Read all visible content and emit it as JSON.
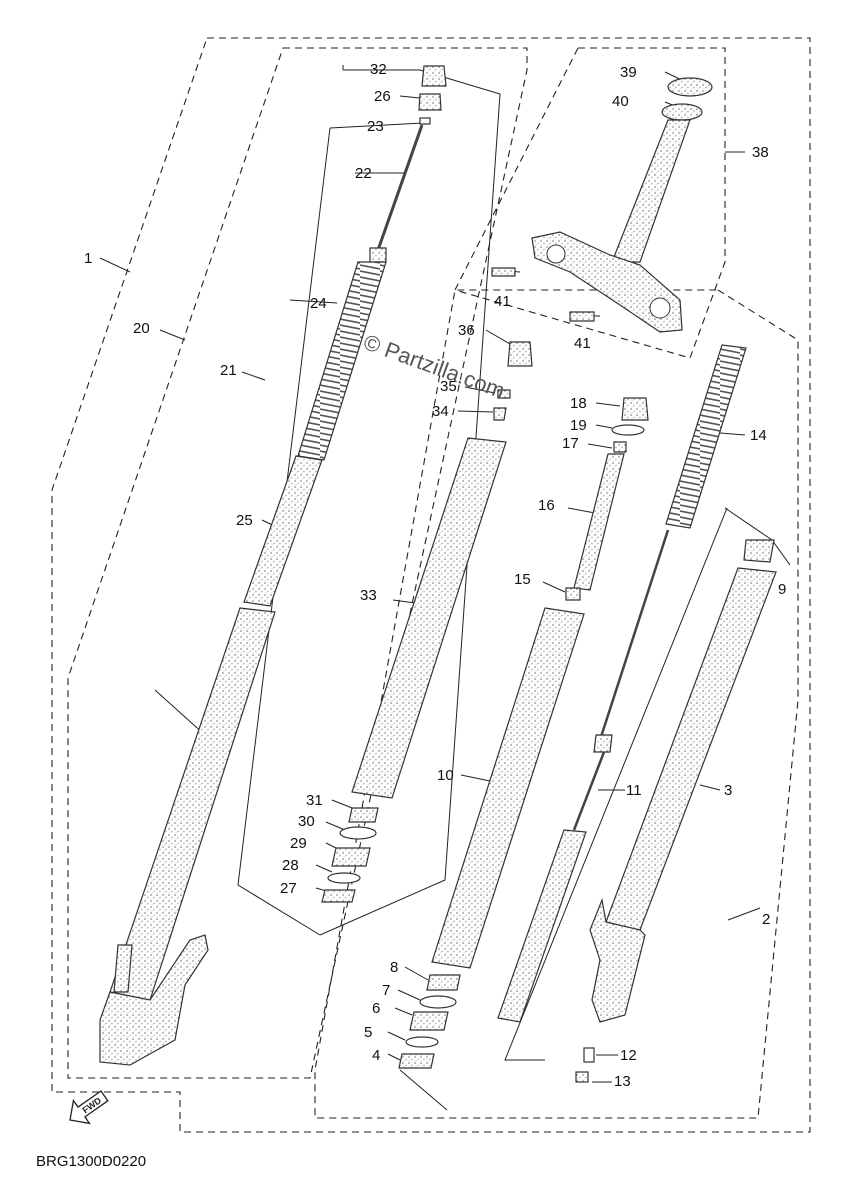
{
  "watermark": "© Partzilla.com",
  "diagram_code": "BRG1300D0220",
  "fwd_label": "FWD",
  "callouts": [
    {
      "id": "c1",
      "text": "1"
    },
    {
      "id": "c2",
      "text": "2"
    },
    {
      "id": "c3",
      "text": "3"
    },
    {
      "id": "c4",
      "text": "4"
    },
    {
      "id": "c5",
      "text": "5"
    },
    {
      "id": "c6",
      "text": "6"
    },
    {
      "id": "c7",
      "text": "7"
    },
    {
      "id": "c8",
      "text": "8"
    },
    {
      "id": "c9",
      "text": "9"
    },
    {
      "id": "c10",
      "text": "10"
    },
    {
      "id": "c11",
      "text": "11"
    },
    {
      "id": "c12",
      "text": "12"
    },
    {
      "id": "c13",
      "text": "13"
    },
    {
      "id": "c14",
      "text": "14"
    },
    {
      "id": "c15",
      "text": "15"
    },
    {
      "id": "c16",
      "text": "16"
    },
    {
      "id": "c17",
      "text": "17"
    },
    {
      "id": "c18",
      "text": "18"
    },
    {
      "id": "c19",
      "text": "19"
    },
    {
      "id": "c20",
      "text": "20"
    },
    {
      "id": "c21",
      "text": "21"
    },
    {
      "id": "c22",
      "text": "22"
    },
    {
      "id": "c23",
      "text": "23"
    },
    {
      "id": "c24",
      "text": "24"
    },
    {
      "id": "c25",
      "text": "25"
    },
    {
      "id": "c26",
      "text": "26"
    },
    {
      "id": "c27",
      "text": "27"
    },
    {
      "id": "c28",
      "text": "28"
    },
    {
      "id": "c29",
      "text": "29"
    },
    {
      "id": "c30",
      "text": "30"
    },
    {
      "id": "c31",
      "text": "31"
    },
    {
      "id": "c32",
      "text": "32"
    },
    {
      "id": "c33",
      "text": "33"
    },
    {
      "id": "c34",
      "text": "34"
    },
    {
      "id": "c35",
      "text": "35"
    },
    {
      "id": "c36",
      "text": "36"
    },
    {
      "id": "c38",
      "text": "38"
    },
    {
      "id": "c39",
      "text": "39"
    },
    {
      "id": "c40",
      "text": "40"
    },
    {
      "id": "c41a",
      "text": "41"
    },
    {
      "id": "c41b",
      "text": "41"
    }
  ]
}
